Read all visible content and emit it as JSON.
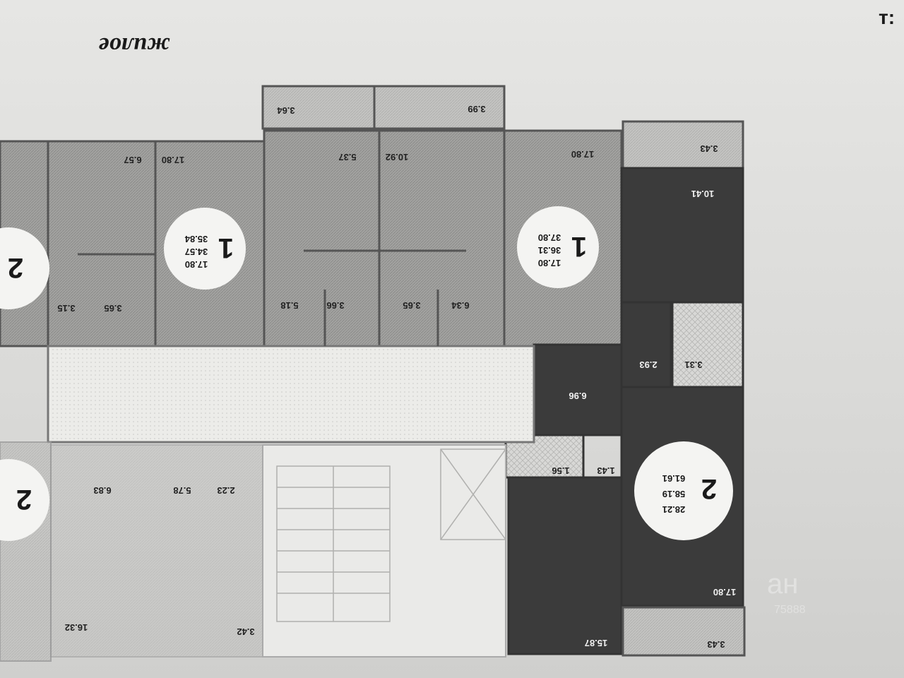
{
  "heading": "жилое",
  "corner_mark": "т:",
  "balconies": {
    "upper_a": "3.64",
    "upper_b": "3.99",
    "right_top": "3.43",
    "right_bottom": "3.43"
  },
  "apartments": [
    {
      "rooms": "1",
      "area_living": "17.80",
      "area_common": "34.57",
      "area_total": "35.84"
    },
    {
      "rooms": "1",
      "area_living": "17.80",
      "area_common": "36.31",
      "area_total": "37.80"
    },
    {
      "rooms": "2",
      "area_living": "28.21",
      "area_common": "58.19",
      "area_total": "61.61"
    },
    {
      "rooms": "2",
      "area_living": "",
      "area_common": "",
      "area_total": ""
    },
    {
      "rooms": "2",
      "area_living": "",
      "area_common": "",
      "area_total": ""
    }
  ],
  "room_labels": {
    "top_left_a": "17.80",
    "top_left_b": "6.57",
    "top_mid_a": "5.37",
    "top_mid_b": "10.92",
    "top_right": "17.80",
    "right_room": "10.41",
    "corr_a": "3.15",
    "corr_b": "3.65",
    "corr_c": "5.18",
    "corr_d": "3.66",
    "corr_e": "3.65",
    "corr_f": "6.34",
    "bath_a": "2.93",
    "bath_b": "3.31",
    "hall": "6.96",
    "wc_a": "1.43",
    "wc_b": "1.56",
    "bot_right": "17.80",
    "bot_mid": "15.87",
    "low_a": "6.83",
    "low_b": "5.78",
    "low_c": "2.23",
    "low_d": "16.32",
    "low_e": "3.42"
  },
  "watermark": {
    "brand": "ан",
    "code": "75888"
  },
  "colors": {
    "dark_room": "#3b3b3b",
    "mid_room": "#9a9a98",
    "light_room": "#c9c9c7",
    "corridor": "#e8e8e6"
  }
}
